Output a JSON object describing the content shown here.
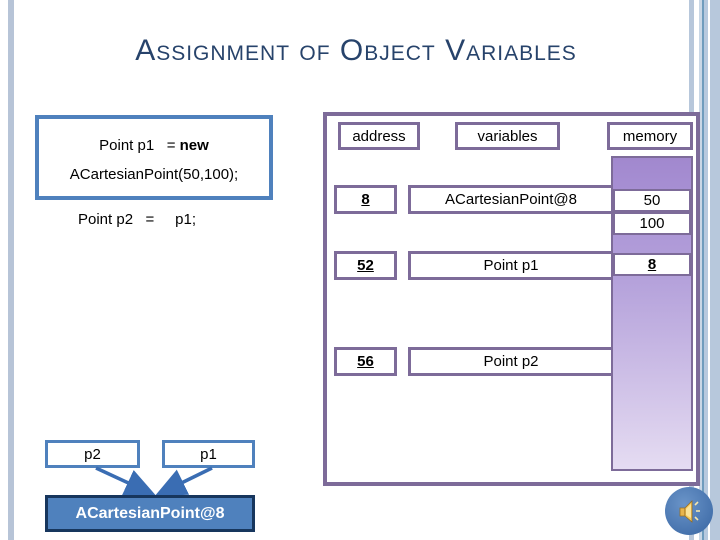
{
  "title": "Assignment of Object Variables",
  "code": {
    "line1_pre": "Point p1   = ",
    "line1_bold": "new",
    "line2": "ACartesianPoint(50,100);"
  },
  "statement": "Point p2   =     p1;",
  "table": {
    "headers": {
      "address": "address",
      "variables": "variables",
      "memory": "memory"
    },
    "rows": [
      {
        "address": "8",
        "variable": "ACartesianPoint@8"
      },
      {
        "address": "52",
        "variable": "Point p1"
      },
      {
        "address": "56",
        "variable": "Point p2"
      }
    ],
    "memory_cells": {
      "obj_x": "50",
      "obj_y": "100",
      "p1_value": "8"
    }
  },
  "references": {
    "p2_label": "p2",
    "p1_label": "p1",
    "object_label": "ACartesianPoint@8"
  },
  "icons": {
    "audio": "speaker-icon"
  },
  "colors": {
    "title": "#27436b",
    "purple_border": "#7d6b99",
    "purple_fill_top": "#a58bd2",
    "purple_fill_bottom": "#e5dcf2",
    "blue_border": "#4f81bd",
    "navy_border": "#17365d",
    "object_fill": "#4f81bd",
    "arrow": "#3a6db3",
    "edge_stripe": "#b7c8dc"
  }
}
